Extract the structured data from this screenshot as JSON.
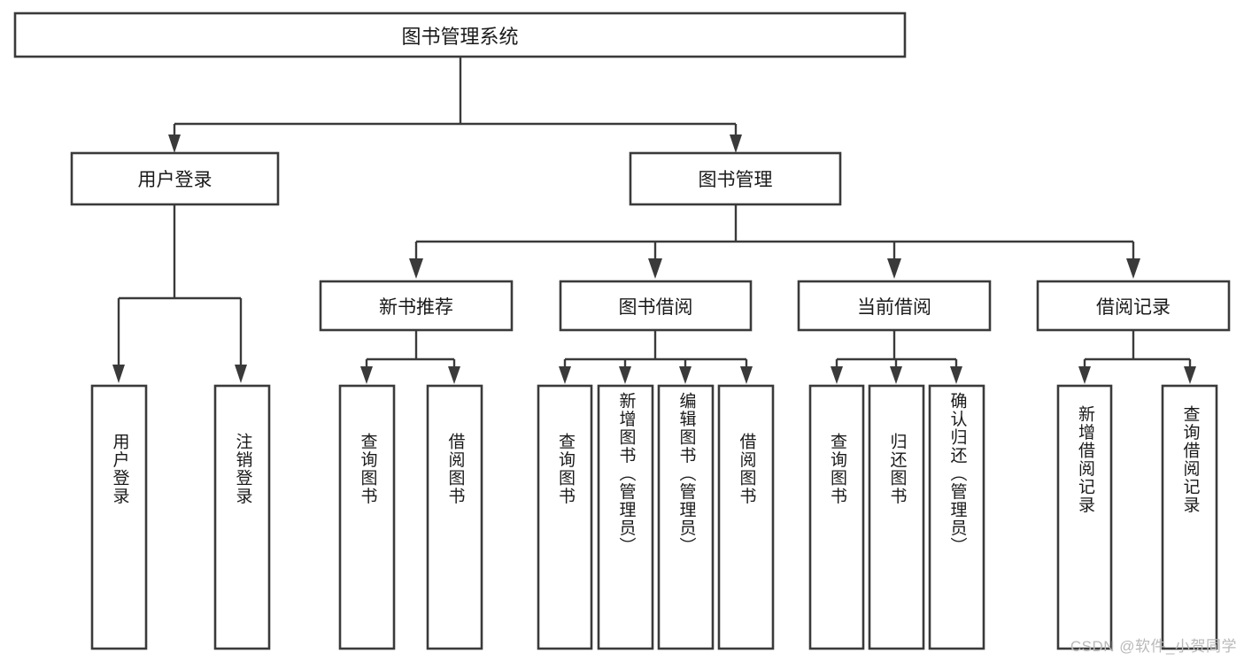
{
  "diagram": {
    "title": "图书管理系统",
    "type": "hierarchy-tree",
    "watermark": "CSDN @软件_小贺同学",
    "colors": {
      "box_stroke": "#3a3a3a",
      "box_fill": "#ffffff",
      "line": "#3a3a3a",
      "text": "#1a1a1a",
      "watermark": "#b9b9b9",
      "background": "#ffffff"
    },
    "root": {
      "label": "图书管理系统"
    },
    "level1": [
      {
        "label": "用户登录"
      },
      {
        "label": "图书管理"
      }
    ],
    "level2": [
      {
        "label": "新书推荐"
      },
      {
        "label": "图书借阅"
      },
      {
        "label": "当前借阅"
      },
      {
        "label": "借阅记录"
      }
    ],
    "leaves": {
      "user_login": [
        {
          "label": "用户登录"
        },
        {
          "label": "注销登录"
        }
      ],
      "new_book_recommend": [
        {
          "label": "查询图书"
        },
        {
          "label": "借阅图书"
        }
      ],
      "book_borrow": [
        {
          "label": "查询图书"
        },
        {
          "label": "新增图书（管理员）"
        },
        {
          "label": "编辑图书（管理员）"
        },
        {
          "label": "借阅图书"
        }
      ],
      "current_borrow": [
        {
          "label": "查询图书"
        },
        {
          "label": "归还图书"
        },
        {
          "label": "确认归还（管理员）"
        }
      ],
      "borrow_record": [
        {
          "label": "新增借阅记录"
        },
        {
          "label": "查询借阅记录"
        }
      ]
    }
  }
}
